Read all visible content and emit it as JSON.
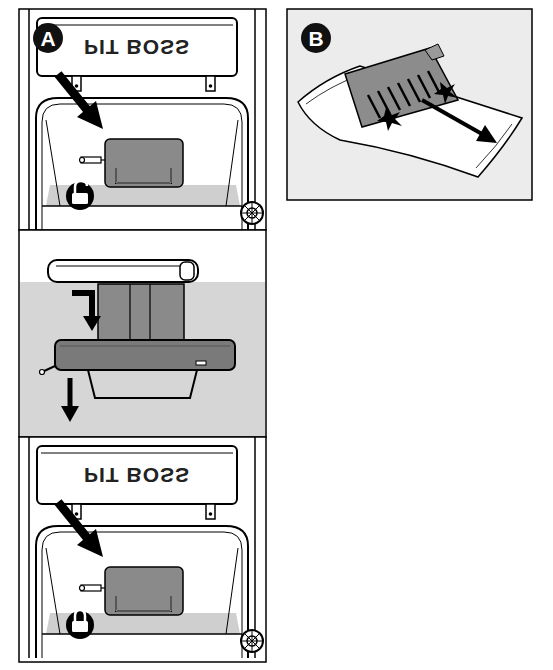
{
  "diagram": {
    "nodes": [
      {
        "text": [
          "A"
        ]
      },
      {
        "text": [
          "B"
        ]
      }
    ],
    "labels": [
      "PIT BOSS",
      "PIT BOSS"
    ]
  }
}
